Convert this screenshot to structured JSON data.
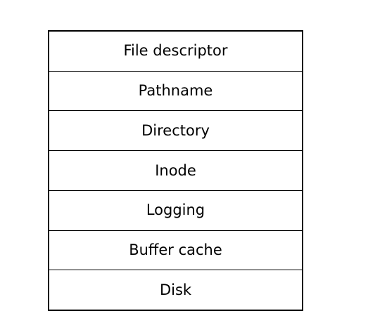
{
  "diagram": {
    "layers": [
      {
        "label": "File descriptor"
      },
      {
        "label": "Pathname"
      },
      {
        "label": "Directory"
      },
      {
        "label": "Inode"
      },
      {
        "label": "Logging"
      },
      {
        "label": "Buffer cache"
      },
      {
        "label": "Disk"
      }
    ],
    "colors": {
      "border": "#000000",
      "text": "#000000",
      "background": "#ffffff"
    }
  }
}
